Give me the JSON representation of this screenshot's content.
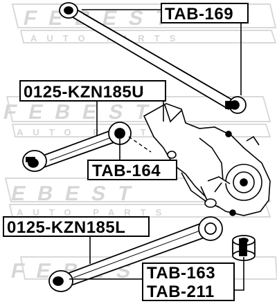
{
  "watermark": {
    "brand": "FEBEST",
    "tagline": "AUTO PARTS"
  },
  "labels": {
    "tab_169": "TAB-169",
    "upper_arm": "0125-KZN185U",
    "tab_164": "TAB-164",
    "lower_arm": "0125-KZN185L",
    "tab_163": "TAB-163",
    "tab_211": "TAB-211"
  }
}
